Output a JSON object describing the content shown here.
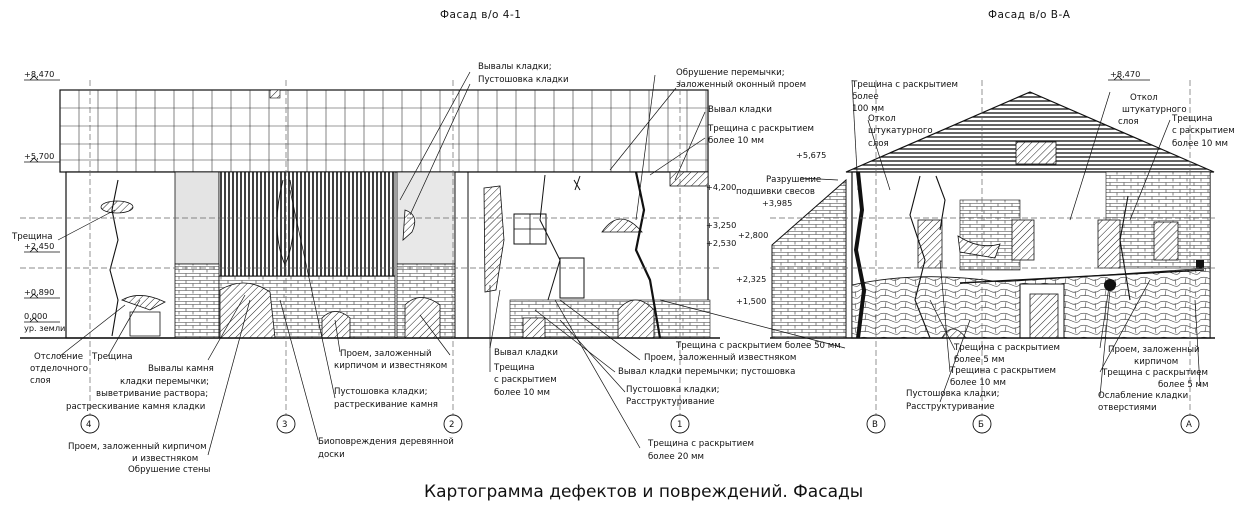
{
  "drawing": {
    "facade_left_title": "Фасад в/о 4-1",
    "facade_right_title": "Фасад в/о В-А",
    "caption": "Картограмма дефектов и повреждений. Фасады"
  },
  "levels_left": [
    "+8,470",
    "+5,700",
    "+2,450",
    "+0,890",
    "0,000",
    "ур. земли"
  ],
  "levels_mid": [
    "+4,200",
    "+3,250",
    "+2,530",
    "+2,800",
    "+2,325",
    "+1,500",
    "+5,675",
    "+3,985"
  ],
  "levels_right": [
    "+8,470"
  ],
  "axes_left": [
    "4",
    "3",
    "2",
    "1"
  ],
  "axes_right": [
    "В",
    "Б",
    "А"
  ],
  "left_labels": {
    "treshchina": "Трещина",
    "otsloenie_1": "Отслоение",
    "otsloenie_2": "отделочного",
    "otsloenie_3": "слоя",
    "treshchina2": "Трещина",
    "vyvaly_kamnya_1": "Вывалы камня",
    "vyvaly_kamnya_2": "кладки перемычки;",
    "vyvaly_kamnya_3": "выветривание раствора;",
    "vyvaly_kamnya_4": "растрескивание камня кладки",
    "proem_1": "Проем, заложенный кирпичом",
    "proem_2": "и известняком",
    "proem_3": "Обрушение стены",
    "vyvaly_kladki_top_1": "Вывалы кладки;",
    "vyvaly_kladki_top_2": "Пустошовка кладки",
    "proem_izv_1": "Проем, заложенный",
    "proem_izv_2": "кирпичом и известняком",
    "pustoshovka_1": "Пустошовка кладки;",
    "pustoshovka_2": "растрескивание камня",
    "bio_1": "Биоповреждения деревянной",
    "bio_2": "доски",
    "vyval_kladki": "Вывал кладки",
    "treshch10_1": "Трещина",
    "treshch10_2": "с раскрытием",
    "treshch10_3": "более 10 мм",
    "obrushenie_1": "Обрушение перемычки;",
    "obrushenie_2": "заложенный оконный проем",
    "vyval_kladki_top": "Вывал кладки",
    "treshch_top_1": "Трещина с раскрытием",
    "treshch_top_2": "более 10 мм",
    "razrushenie_1": "Разрушение",
    "razrushenie_2": "подшивки свесов",
    "treshch50": "Трещина с раскрытием более 50 мм",
    "proem_izv": "Проем, заложенный известняком",
    "vyval_perem": "Вывал кладки перемычки; пустошовка",
    "pustosh2_1": "Пустошовка кладки;",
    "pustosh2_2": "Расструктуривание",
    "treshch20_1": "Трещина с раскрытием",
    "treshch20_2": "более 20 мм"
  },
  "right_labels": {
    "t100_1": "Трещина с раскрытием",
    "t100_2": "более",
    "t100_3": "100 мм",
    "otkol_1": "Откол",
    "otkol_2": "штукатурного",
    "otkol_3": "слоя",
    "otkol_r1": "Откол",
    "otkol_r2": "штукатурного",
    "otkol_r3": "слоя",
    "t10_r1": "Трещина",
    "t10_r2": "с раскрытием",
    "t10_r3": "более 10 мм",
    "t5_1": "Трещина с раскрытием",
    "t5_2": "более 5 мм",
    "t10b_1": "Трещина с раскрытием",
    "t10b_2": "более 10 мм",
    "pustosh_1": "Пустошовка кладки;",
    "pustosh_2": "Расструктуривание",
    "proem_kirp_1": "Проем, заложенный",
    "proem_kirp_2": "кирпичом",
    "t5b_1": "Трещина с раскрытием",
    "t5b_2": "более 5 мм",
    "oslab_1": "Ослабление кладки",
    "oslab_2": "отверстиями"
  }
}
